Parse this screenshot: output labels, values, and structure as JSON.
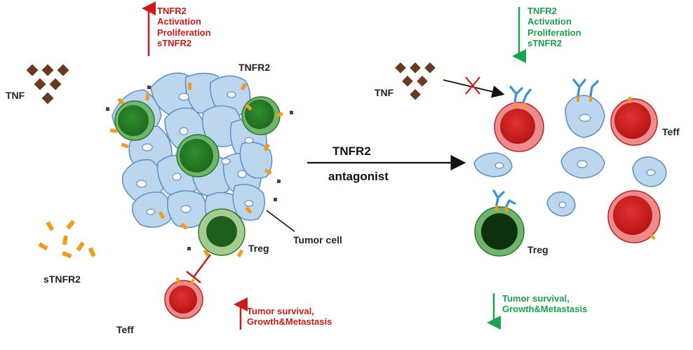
{
  "colors": {
    "up": "#d01a1a",
    "down": "#1aa34a",
    "tumor_fill": "#bcd6ee",
    "tumor_edge": "#5f93c9",
    "treg_fill": "#2e8b2e",
    "treg_nucleus": "#174f17",
    "teff_fill": "#d82727",
    "teff_nucleus": "#a50f0f",
    "tnf_ligand": "#6b3a1e",
    "stnfr2_fragment": "#f29a1b",
    "antibody": "#3b8fd6",
    "arrow": "#111111"
  },
  "left_panel": {
    "effects_up": [
      "TNFR2",
      "Activation",
      "Proliferation",
      "sTNFR2"
    ],
    "tnf_label": "TNF",
    "tnfr2_label": "TNFR2",
    "stnfr2_label": "sTNFR2",
    "tumor_cell_label": "Tumor cell",
    "treg_label": "Treg",
    "teff_label": "Teff",
    "tumor_effects_up": [
      "Tumor survival,",
      "Growth&Metastasis"
    ]
  },
  "center": {
    "treatment_line1": "TNFR2",
    "treatment_line2": "antagonist"
  },
  "right_panel": {
    "effects_down": [
      "TNFR2",
      "Activation",
      "Proliferation",
      "sTNFR2"
    ],
    "tnf_label": "TNF",
    "teff_label": "Teff",
    "treg_label": "Treg",
    "tumor_effects_down": [
      "Tumor survival,",
      "Growth&Metastasis"
    ]
  }
}
